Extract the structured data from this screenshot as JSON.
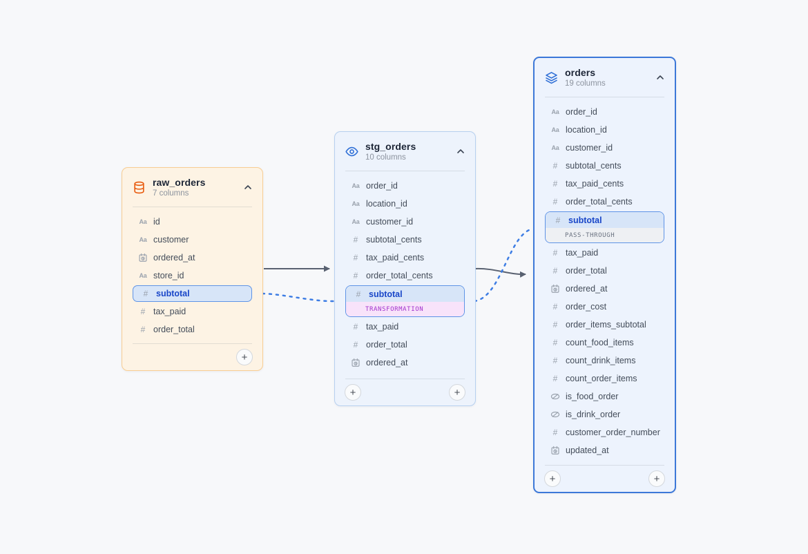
{
  "ui": {
    "glyphs": {
      "text": "Aa",
      "number": "#",
      "plus": "+"
    }
  },
  "colors": {
    "canvas_bg": "#f7f8fa",
    "raw_node_bg": "#fdf3e4",
    "raw_node_border": "#f8cd92",
    "raw_accent": "#e8590c",
    "stg_node_bg": "#edf3fc",
    "stg_node_border": "#b6d0ef",
    "orders_node_bg": "#edf3fd",
    "orders_node_border": "#3c78d8",
    "blue_accent": "#2f6fd6",
    "selected_field_bg": "#d7e5f8",
    "selected_field_border": "#5e93e6",
    "selected_field_text": "#1946c8",
    "transformation_badge_bg": "#f8e3fa",
    "transformation_badge_text": "#a232cc",
    "passthrough_badge_bg": "#eef0f3",
    "passthrough_badge_text": "#6a7280",
    "model_edge": "#596170",
    "lineage_edge": "#3d7de4"
  },
  "diagram": {
    "nodes": [
      {
        "id": "raw_orders",
        "title": "raw_orders",
        "subtitle": "7 columns",
        "icon": "database-icon",
        "fields": [
          {
            "name": "id",
            "type": "text"
          },
          {
            "name": "customer",
            "type": "text"
          },
          {
            "name": "ordered_at",
            "type": "date"
          },
          {
            "name": "store_id",
            "type": "text"
          },
          {
            "name": "subtotal",
            "type": "number",
            "selected": true
          },
          {
            "name": "tax_paid",
            "type": "number"
          },
          {
            "name": "order_total",
            "type": "number"
          }
        ]
      },
      {
        "id": "stg_orders",
        "title": "stg_orders",
        "subtitle": "10 columns",
        "icon": "view-eye-icon",
        "fields": [
          {
            "name": "order_id",
            "type": "text"
          },
          {
            "name": "location_id",
            "type": "text"
          },
          {
            "name": "customer_id",
            "type": "text"
          },
          {
            "name": "subtotal_cents",
            "type": "number"
          },
          {
            "name": "tax_paid_cents",
            "type": "number"
          },
          {
            "name": "order_total_cents",
            "type": "number"
          },
          {
            "name": "subtotal",
            "type": "number",
            "selected": true,
            "badge": "TRANSFORMATION"
          },
          {
            "name": "tax_paid",
            "type": "number"
          },
          {
            "name": "order_total",
            "type": "number"
          },
          {
            "name": "ordered_at",
            "type": "date"
          }
        ]
      },
      {
        "id": "orders",
        "title": "orders",
        "subtitle": "19 columns",
        "icon": "model-layers-icon",
        "fields": [
          {
            "name": "order_id",
            "type": "text"
          },
          {
            "name": "location_id",
            "type": "text"
          },
          {
            "name": "customer_id",
            "type": "text"
          },
          {
            "name": "subtotal_cents",
            "type": "number"
          },
          {
            "name": "tax_paid_cents",
            "type": "number"
          },
          {
            "name": "order_total_cents",
            "type": "number"
          },
          {
            "name": "subtotal",
            "type": "number",
            "selected": true,
            "badge": "PASS-THROUGH"
          },
          {
            "name": "tax_paid",
            "type": "number"
          },
          {
            "name": "order_total",
            "type": "number"
          },
          {
            "name": "ordered_at",
            "type": "date"
          },
          {
            "name": "order_cost",
            "type": "number"
          },
          {
            "name": "order_items_subtotal",
            "type": "number"
          },
          {
            "name": "count_food_items",
            "type": "number"
          },
          {
            "name": "count_drink_items",
            "type": "number"
          },
          {
            "name": "count_order_items",
            "type": "number"
          },
          {
            "name": "is_food_order",
            "type": "boolean"
          },
          {
            "name": "is_drink_order",
            "type": "boolean"
          },
          {
            "name": "customer_order_number",
            "type": "number"
          },
          {
            "name": "updated_at",
            "type": "date"
          }
        ]
      }
    ],
    "edges": [
      {
        "from": "raw_orders",
        "to": "stg_orders",
        "kind": "model",
        "style": "solid-arrow"
      },
      {
        "from": "raw_orders.subtotal",
        "to": "stg_orders.subtotal",
        "kind": "column-lineage",
        "style": "dashed"
      },
      {
        "from": "stg_orders",
        "to": "orders",
        "kind": "model",
        "style": "solid-arrow"
      },
      {
        "from": "stg_orders.subtotal",
        "to": "orders.subtotal",
        "kind": "column-lineage",
        "style": "dashed"
      }
    ]
  }
}
